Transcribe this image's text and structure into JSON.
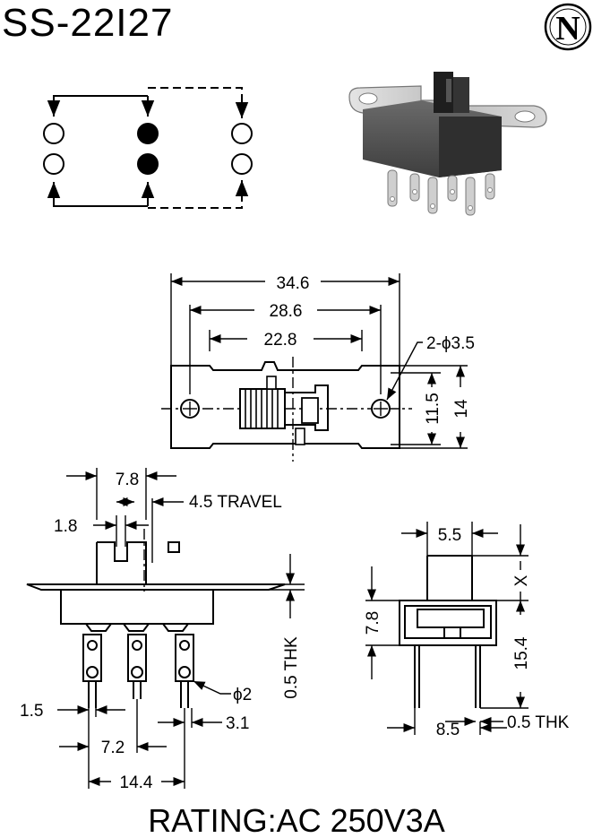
{
  "title": "SS-22I27",
  "logo": {
    "letter": "N",
    "icon": "brand-logo-icon"
  },
  "top_dims": {
    "overall": "34.6",
    "hole_span": "28.6",
    "body": "22.8",
    "holes": "2-ϕ3.5",
    "height_a": "11.5",
    "height_b": "14"
  },
  "side_dims": {
    "width": "7.8",
    "travel": "4.5 TRAVEL",
    "gap": "1.8",
    "thickness": "0.5 THK",
    "pin_width": "1.5",
    "pin_dia": "ϕ2",
    "pin_gap": "3.1",
    "pitch": "7.2",
    "span": "14.4"
  },
  "end_dims": {
    "top_width": "5.5",
    "x_label": "X",
    "height": "7.8",
    "pin_length": "15.4",
    "thickness": "0.5 THK",
    "width": "8.5"
  },
  "rating": "RATING:AC 250V3A"
}
